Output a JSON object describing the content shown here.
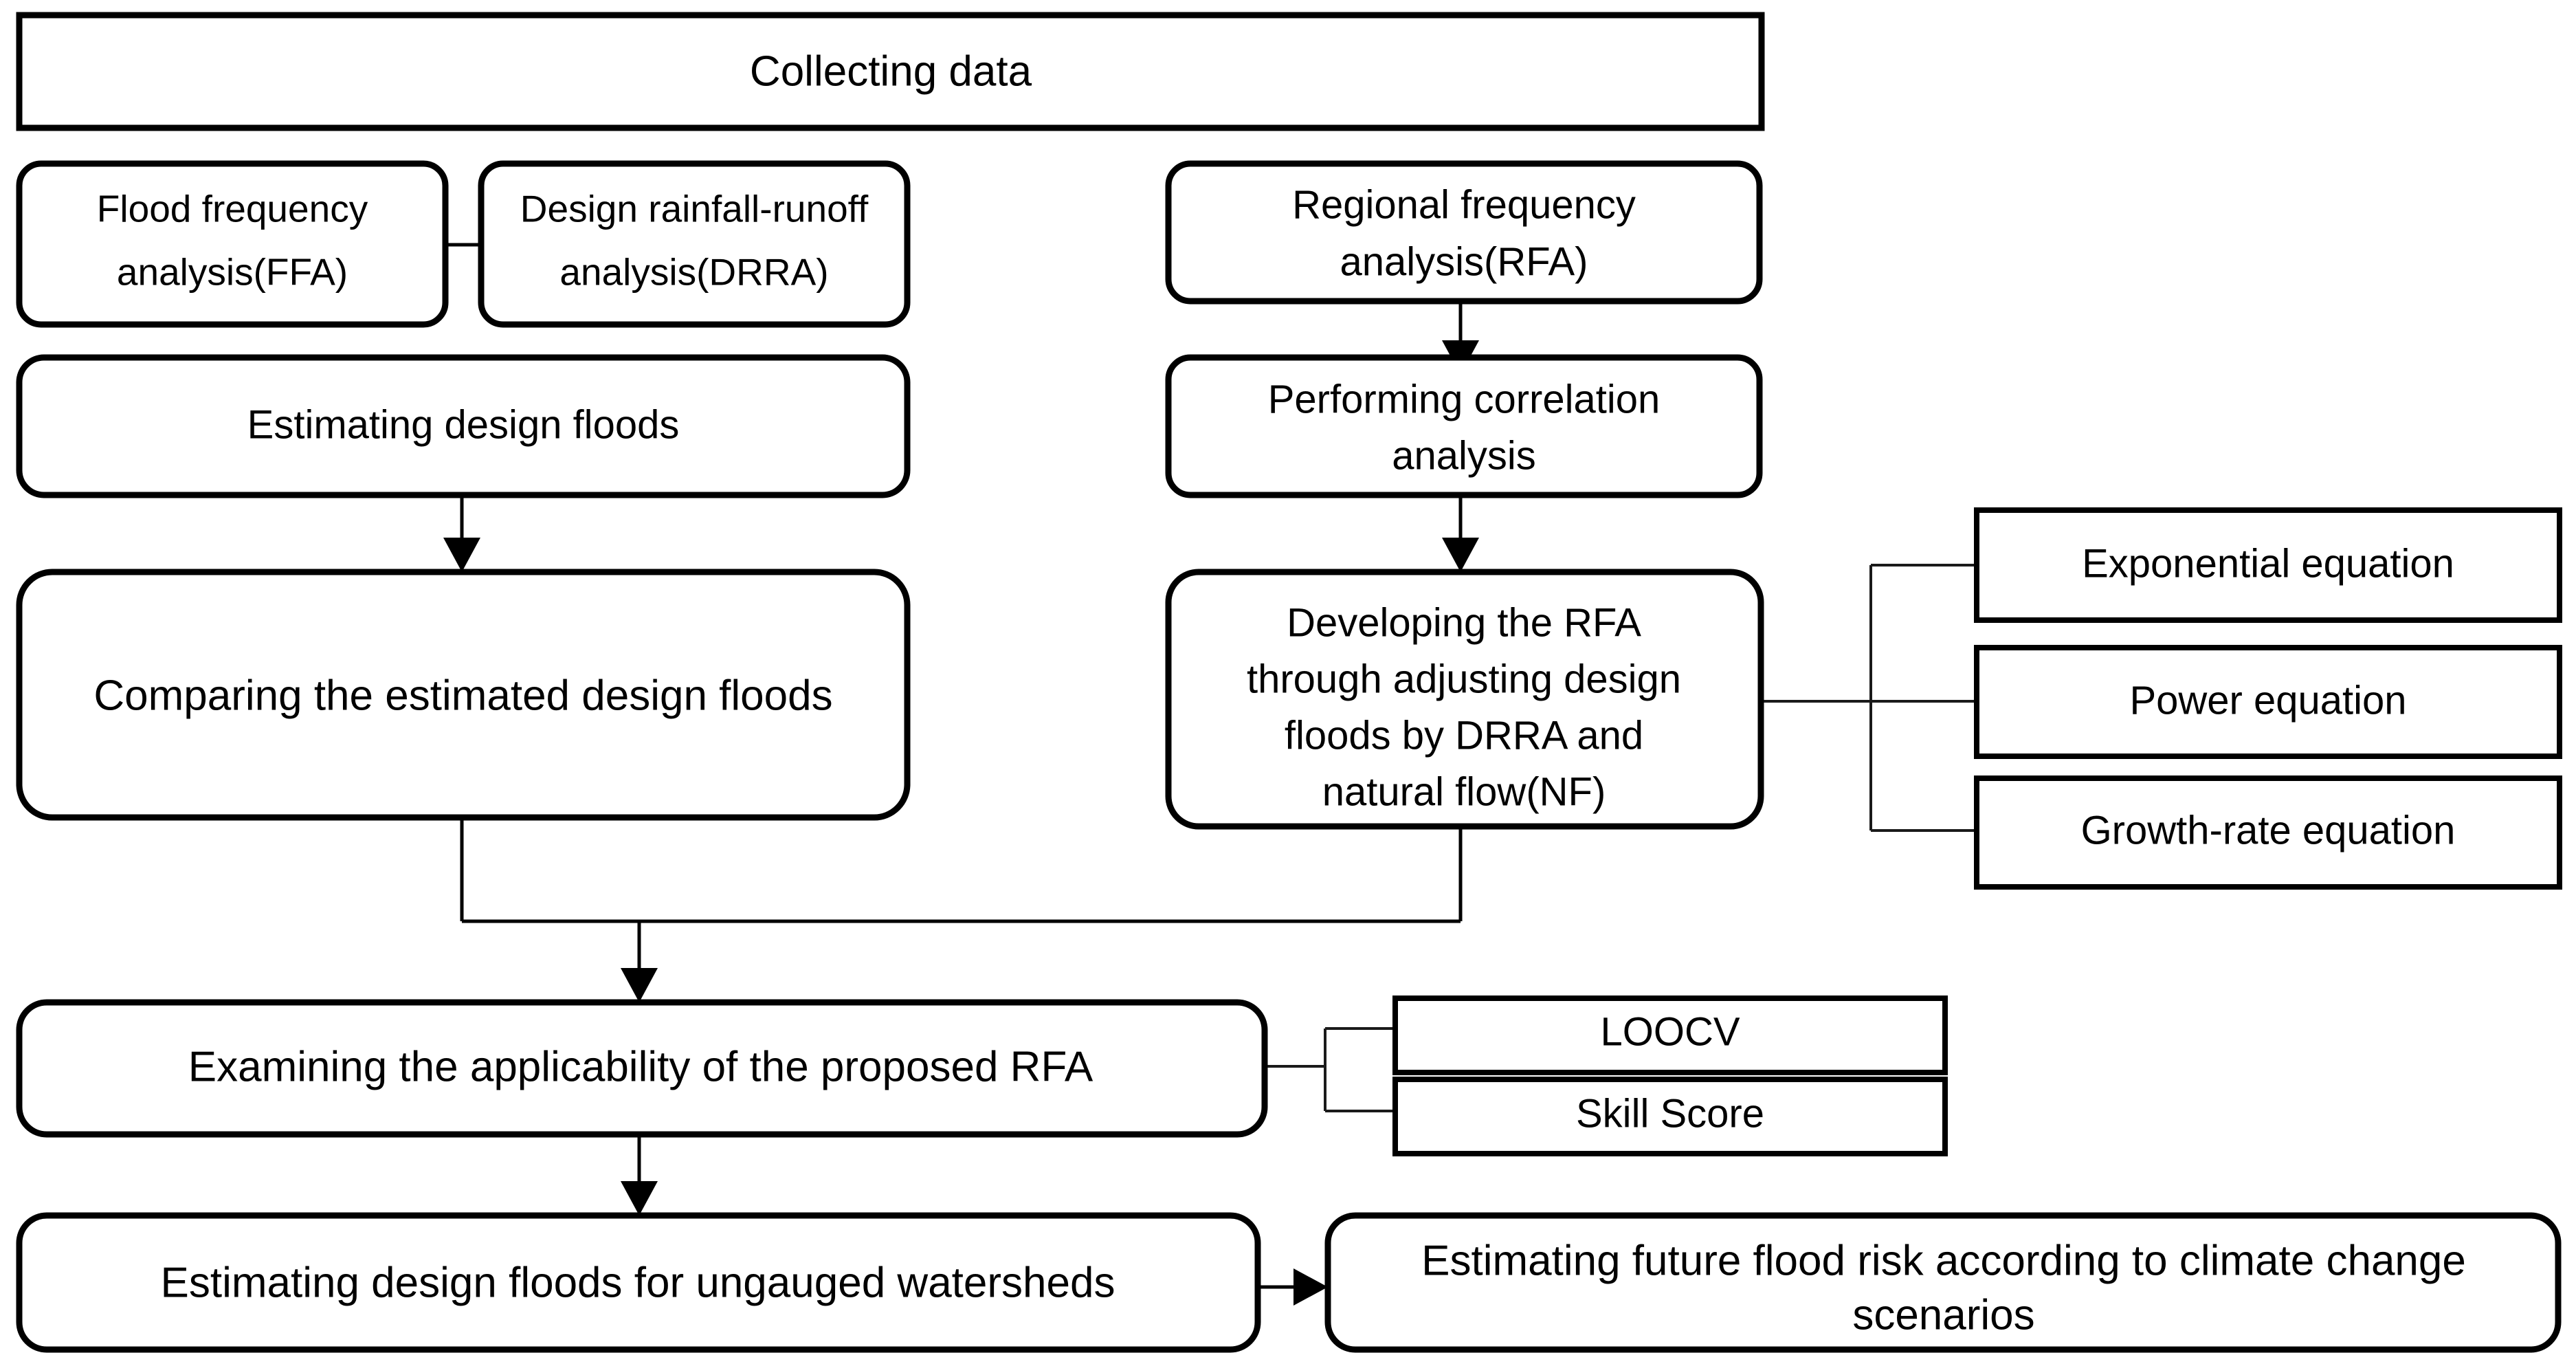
{
  "diagram": {
    "title": "Research methodology flowchart for regional flood frequency analysis",
    "type": "flowchart",
    "background_color": "#ffffff",
    "line_color": "#000000",
    "text_color": "#000000"
  },
  "nodes": {
    "collecting_data": {
      "label": "Collecting data",
      "shape": "rectangle",
      "lines": [
        "Collecting data"
      ]
    },
    "ffa": {
      "label": "Flood frequency analysis(FFA)",
      "shape": "rounded-rectangle",
      "lines": [
        "Flood frequency",
        "analysis(FFA)"
      ]
    },
    "drra": {
      "label": "Design rainfall-runoff analysis(DRRA)",
      "shape": "rounded-rectangle",
      "lines": [
        "Design rainfall-runoff",
        "analysis(DRRA)"
      ]
    },
    "rfa": {
      "label": "Regional frequency analysis(RFA)",
      "shape": "rounded-rectangle",
      "lines": [
        "Regional frequency",
        "analysis(RFA)"
      ]
    },
    "estimating_design_floods": {
      "label": "Estimating design floods",
      "shape": "rounded-rectangle",
      "lines": [
        "Estimating design floods"
      ]
    },
    "performing_correlation": {
      "label": "Performing correlation analysis",
      "shape": "rounded-rectangle",
      "lines": [
        "Performing correlation",
        "analysis"
      ]
    },
    "comparing_floods": {
      "label": "Comparing the estimated design floods",
      "shape": "rounded-rectangle",
      "lines": [
        "Comparing the estimated design floods"
      ]
    },
    "developing_rfa": {
      "label": "Developing the RFA through adjusting design floods by DRRA and natural flow(NF)",
      "shape": "rounded-rectangle",
      "lines": [
        "Developing the RFA",
        "through adjusting design",
        "floods by DRRA and",
        "natural flow(NF)"
      ]
    },
    "exponential_equation": {
      "label": "Exponential equation",
      "shape": "rectangle",
      "lines": [
        "Exponential equation"
      ]
    },
    "power_equation": {
      "label": "Power equation",
      "shape": "rectangle",
      "lines": [
        "Power equation"
      ]
    },
    "growth_rate_equation": {
      "label": "Growth-rate equation",
      "shape": "rectangle",
      "lines": [
        "Growth-rate equation"
      ]
    },
    "examining_applicability": {
      "label": "Examining the applicability of the proposed RFA",
      "shape": "rounded-rectangle",
      "lines": [
        "Examining the applicability of the proposed RFA"
      ]
    },
    "loocv": {
      "label": "LOOCV",
      "shape": "rectangle",
      "lines": [
        "LOOCV"
      ]
    },
    "skill_score": {
      "label": "Skill Score",
      "shape": "rectangle",
      "lines": [
        "Skill Score"
      ]
    },
    "ungauged_watersheds": {
      "label": "Estimating design floods for ungauged watersheds",
      "shape": "rounded-rectangle",
      "lines": [
        "Estimating design floods for ungauged watersheds"
      ]
    },
    "future_flood_risk": {
      "label": "Estimating future flood risk according to climate change scenarios",
      "shape": "rounded-rectangle",
      "lines": [
        "Estimating future flood risk according to climate change",
        "scenarios"
      ]
    }
  },
  "edges": [
    {
      "from": "rfa",
      "to": "performing_correlation",
      "style": "arrow",
      "direction": "down"
    },
    {
      "from": "performing_correlation",
      "to": "developing_rfa",
      "style": "arrow",
      "direction": "down"
    },
    {
      "from": "estimating_design_floods",
      "to": "comparing_floods",
      "style": "arrow",
      "direction": "down"
    },
    {
      "from": "ffa",
      "to": "drra",
      "style": "line",
      "direction": "right"
    },
    {
      "from": "developing_rfa",
      "to": "exponential_equation",
      "style": "bracket",
      "direction": "right"
    },
    {
      "from": "developing_rfa",
      "to": "power_equation",
      "style": "bracket",
      "direction": "right"
    },
    {
      "from": "developing_rfa",
      "to": "growth_rate_equation",
      "style": "bracket",
      "direction": "right"
    },
    {
      "from": "comparing_floods",
      "to": "examining_applicability",
      "style": "merge-arrow",
      "direction": "down"
    },
    {
      "from": "developing_rfa",
      "to": "examining_applicability",
      "style": "merge-arrow",
      "direction": "down"
    },
    {
      "from": "examining_applicability",
      "to": "loocv",
      "style": "bracket",
      "direction": "right"
    },
    {
      "from": "examining_applicability",
      "to": "skill_score",
      "style": "bracket",
      "direction": "right"
    },
    {
      "from": "examining_applicability",
      "to": "ungauged_watersheds",
      "style": "arrow",
      "direction": "down"
    },
    {
      "from": "ungauged_watersheds",
      "to": "future_flood_risk",
      "style": "arrow",
      "direction": "right"
    }
  ]
}
